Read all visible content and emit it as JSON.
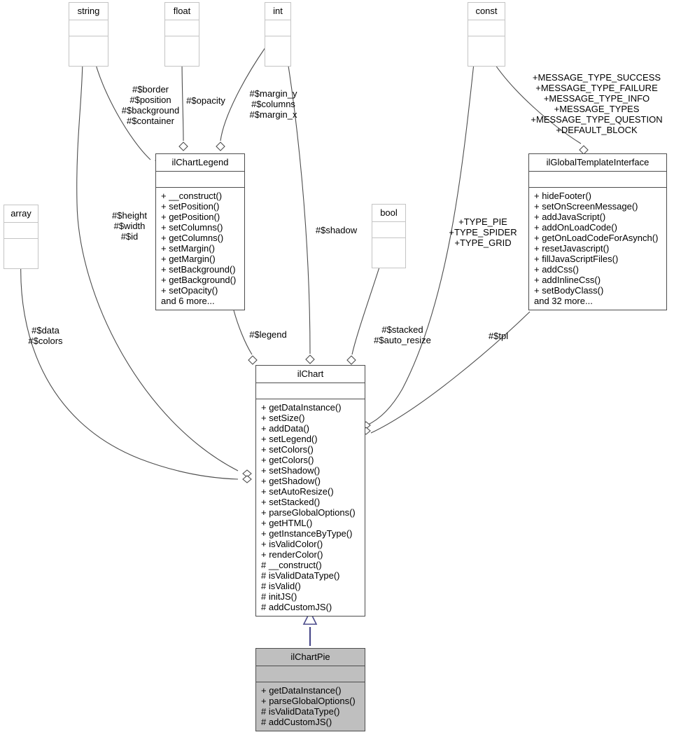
{
  "diagram": {
    "kind": "uml-class-collaboration-diagram",
    "subject": "ilChartPie"
  },
  "classes": {
    "string": {
      "name": "string",
      "attributes": [],
      "operations": [],
      "style": "plain"
    },
    "float": {
      "name": "float",
      "attributes": [],
      "operations": [],
      "style": "plain"
    },
    "int": {
      "name": "int",
      "attributes": [],
      "operations": [],
      "style": "plain"
    },
    "const": {
      "name": "const",
      "attributes": [],
      "operations": [],
      "style": "plain"
    },
    "array": {
      "name": "array",
      "attributes": [],
      "operations": [],
      "style": "plain"
    },
    "bool": {
      "name": "bool",
      "attributes": [],
      "operations": [],
      "style": "plain"
    },
    "ilChartLegend": {
      "name": "ilChartLegend",
      "attributes": [],
      "operations": [
        "+ __construct()",
        "+ setPosition()",
        "+ getPosition()",
        "+ setColumns()",
        "+ getColumns()",
        "+ setMargin()",
        "+ getMargin()",
        "+ setBackground()",
        "+ getBackground()",
        "+ setOpacity()",
        "and 6 more..."
      ],
      "style": "strong"
    },
    "ilGlobalTemplateInterface": {
      "name": "ilGlobalTemplateInterface",
      "attributes": [],
      "operations": [
        "+ hideFooter()",
        "+ setOnScreenMessage()",
        "+ addJavaScript()",
        "+ addOnLoadCode()",
        "+ getOnLoadCodeForAsynch()",
        "+ resetJavascript()",
        "+ fillJavaScriptFiles()",
        "+ addCss()",
        "+ addInlineCss()",
        "+ setBodyClass()",
        "and 32 more..."
      ],
      "style": "strong"
    },
    "ilChart": {
      "name": "ilChart",
      "attributes": [],
      "operations": [
        "+ getDataInstance()",
        "+ setSize()",
        "+ addData()",
        "+ setLegend()",
        "+ setColors()",
        "+ getColors()",
        "+ setShadow()",
        "+ getShadow()",
        "+ setAutoResize()",
        "+ setStacked()",
        "+ parseGlobalOptions()",
        "+ getHTML()",
        "+ getInstanceByType()",
        "+ isValidColor()",
        "+ renderColor()",
        "# __construct()",
        "# isValidDataType()",
        "# isValid()",
        "# initJS()",
        "# addCustomJS()"
      ],
      "style": "strong"
    },
    "ilChartPie": {
      "name": "ilChartPie",
      "attributes": [],
      "operations": [
        "+ getDataInstance()",
        "+ parseGlobalOptions()",
        "# isValidDataType()",
        "# addCustomJS()"
      ],
      "style": "filled"
    }
  },
  "edge_labels": {
    "string_to_legend": "#$border\n#$position\n#$background\n#$container",
    "float_to_legend": "#$opacity",
    "int_to_legend": "#$margin_y\n#$columns\n#$margin_x",
    "const_to_globaltpl": "+MESSAGE_TYPE_SUCCESS\n+MESSAGE_TYPE_FAILURE\n+MESSAGE_TYPE_INFO\n+MESSAGE_TYPES\n+MESSAGE_TYPE_QUESTION\n+DEFAULT_BLOCK",
    "string_to_chart": "#$height\n#$width\n#$id",
    "array_to_chart": "#$data\n#$colors",
    "legend_to_chart": "#$legend",
    "int_to_chart": "#$shadow",
    "bool_to_chart": "#$stacked\n#$auto_resize",
    "const_to_chart": "+TYPE_PIE\n+TYPE_SPIDER\n+TYPE_GRID",
    "globaltpl_to_chart": "#$tpl"
  },
  "colors": {
    "background": "#ffffff",
    "plain_border": "#c4c4c4",
    "strong_border": "#4d4d4d",
    "filled_fill": "#bfbfbf",
    "edge_stroke": "#4d4d4d",
    "inheritance_stroke": "#4a4a8a",
    "text": "#000000"
  }
}
